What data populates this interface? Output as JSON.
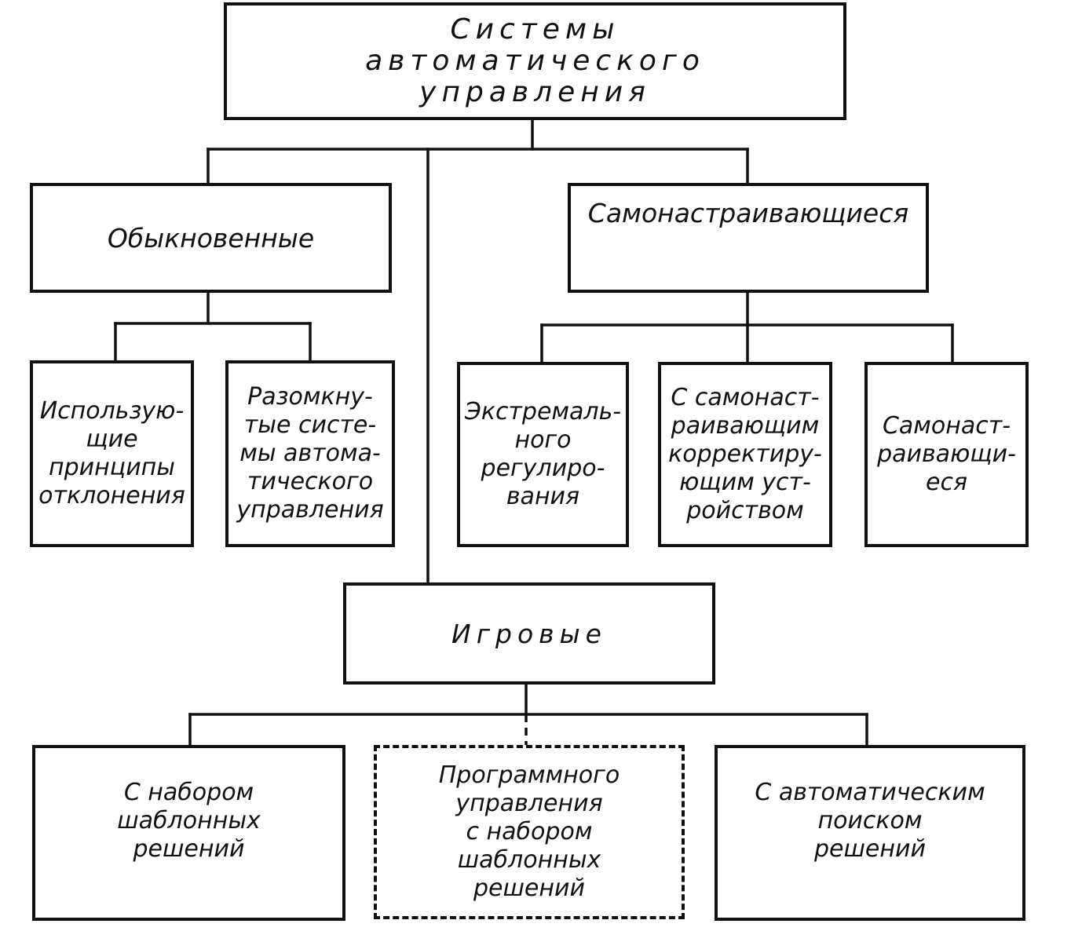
{
  "diagram": {
    "root": {
      "lines": [
        "Системы",
        "автоматического",
        "управления"
      ]
    },
    "ordinary": {
      "label": "Обыкновенные",
      "children": [
        {
          "lines": [
            "Использую-",
            "щие",
            "принципы",
            "отклонения"
          ]
        },
        {
          "lines": [
            "Разомкну-",
            "тые систе-",
            "мы автома-",
            "тического",
            "управления"
          ]
        }
      ]
    },
    "self_tuning": {
      "label": "Самонастраивающиеся",
      "children": [
        {
          "lines": [
            "Экстремаль-",
            "ного",
            "регулиро-",
            "вания"
          ]
        },
        {
          "lines": [
            "С самонаст-",
            "раивающим",
            "корректиру-",
            "ющим уст-",
            "ройством"
          ]
        },
        {
          "lines": [
            "Самонаст-",
            "раивающи-",
            "еся"
          ]
        }
      ]
    },
    "game": {
      "label": "Игровые",
      "children": [
        {
          "lines": [
            "С набором",
            "шаблонных",
            "решений"
          ]
        },
        {
          "lines": [
            "Программного",
            "управления",
            "с набором",
            "шаблонных",
            "решений"
          ]
        },
        {
          "lines": [
            "С автоматическим",
            "поиском",
            "решений"
          ]
        }
      ]
    }
  }
}
